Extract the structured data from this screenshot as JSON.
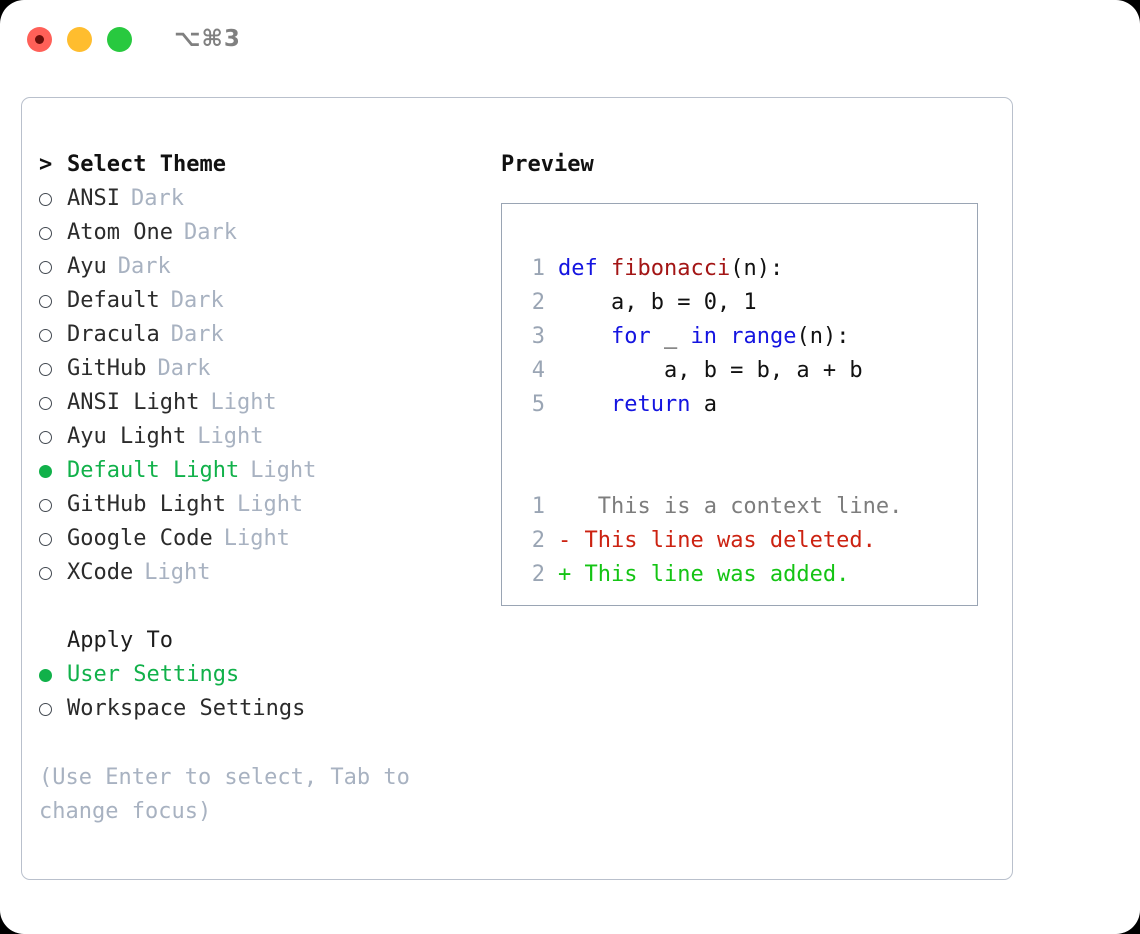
{
  "window": {
    "title": "⌥⌘3",
    "traffic_lights": [
      "close-red",
      "minimize-yellow",
      "zoom-green"
    ]
  },
  "theme_panel": {
    "heading_marker": ">",
    "heading": "Select Theme",
    "items": [
      {
        "marker": "o",
        "selected": false,
        "label": "ANSI",
        "category": "Dark"
      },
      {
        "marker": "o",
        "selected": false,
        "label": "Atom One",
        "category": "Dark"
      },
      {
        "marker": "o",
        "selected": false,
        "label": "Ayu",
        "category": "Dark"
      },
      {
        "marker": "o",
        "selected": false,
        "label": "Default",
        "category": "Dark"
      },
      {
        "marker": "o",
        "selected": false,
        "label": "Dracula",
        "category": "Dark"
      },
      {
        "marker": "o",
        "selected": false,
        "label": "GitHub",
        "category": "Dark"
      },
      {
        "marker": "o",
        "selected": false,
        "label": "ANSI Light",
        "category": "Light"
      },
      {
        "marker": "o",
        "selected": false,
        "label": "Ayu Light",
        "category": "Light"
      },
      {
        "marker": "●",
        "selected": true,
        "label": "Default Light",
        "category": "Light"
      },
      {
        "marker": "o",
        "selected": false,
        "label": "GitHub Light",
        "category": "Light"
      },
      {
        "marker": "o",
        "selected": false,
        "label": "Google Code",
        "category": "Light"
      },
      {
        "marker": "o",
        "selected": false,
        "label": "XCode",
        "category": "Light"
      }
    ]
  },
  "apply_to": {
    "heading": "Apply To",
    "options": [
      {
        "marker": "●",
        "selected": true,
        "label": "User Settings"
      },
      {
        "marker": "o",
        "selected": false,
        "label": "Workspace Settings"
      }
    ]
  },
  "hint": "(Use Enter to select, Tab to change focus)",
  "preview": {
    "title": "Preview",
    "code_lines": [
      {
        "no": "1",
        "tokens": [
          {
            "text": "def ",
            "kind": "kw"
          },
          {
            "text": "fibonacci",
            "kind": "fn"
          },
          {
            "text": "(n):",
            "kind": "plain"
          }
        ]
      },
      {
        "no": "2",
        "tokens": [
          {
            "text": "    a, b = 0, 1",
            "kind": "plain"
          }
        ]
      },
      {
        "no": "3",
        "tokens": [
          {
            "text": "    ",
            "kind": "plain"
          },
          {
            "text": "for",
            "kind": "kw"
          },
          {
            "text": " _ ",
            "kind": "plain"
          },
          {
            "text": "in",
            "kind": "kw"
          },
          {
            "text": " ",
            "kind": "plain"
          },
          {
            "text": "range",
            "kind": "kw"
          },
          {
            "text": "(n):",
            "kind": "plain"
          }
        ]
      },
      {
        "no": "4",
        "tokens": [
          {
            "text": "        a, b = b, a + b",
            "kind": "plain"
          }
        ]
      },
      {
        "no": "5",
        "tokens": [
          {
            "text": "    ",
            "kind": "plain"
          },
          {
            "text": "return",
            "kind": "kw"
          },
          {
            "text": " a",
            "kind": "plain"
          }
        ]
      }
    ],
    "diff_lines": [
      {
        "no": "1",
        "sign": " ",
        "text": "  This is a context line.",
        "kind": "ctx"
      },
      {
        "no": "2",
        "sign": "-",
        "text": " This line was deleted.",
        "kind": "del"
      },
      {
        "no": "2",
        "sign": "+",
        "text": " This line was added.",
        "kind": "add"
      }
    ]
  },
  "colors": {
    "selection_green": "#11b14a",
    "diff_add_green": "#14c414",
    "diff_del_red": "#cc2211",
    "keyword_blue": "#1414e0",
    "function_red": "#a31515",
    "muted_gray": "#a8b2c1",
    "border_gray": "#9aa5b4",
    "panel_border": "#b9c0cc"
  }
}
